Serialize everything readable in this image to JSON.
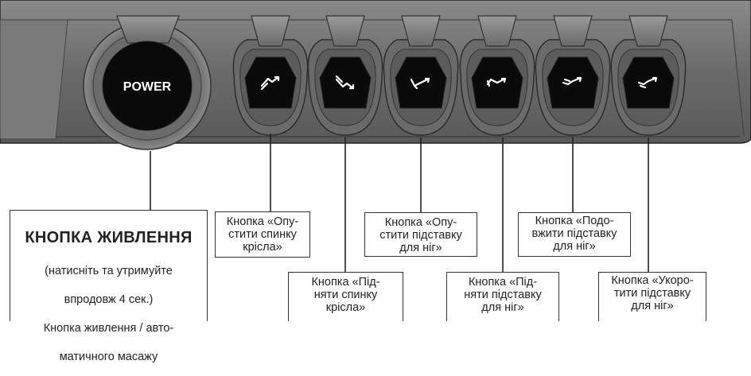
{
  "power": {
    "button_text": "POWER"
  },
  "power_callout": {
    "title": "КНОПКА ЖИВЛЕННЯ",
    "line1": "(натисніть та утримуйте",
    "line2": "впродовж 4 сек.)",
    "line3": "Кнопка живлення / авто-",
    "line4": "матичного масажу"
  },
  "buttons": [
    {
      "icon": "recline-backrest-icon",
      "label": "Кнопка «Опу-\nстити спинку\nкрісла»"
    },
    {
      "icon": "raise-backrest-icon",
      "label": "Кнопка «Під-\nняти спинку\nкрісла»"
    },
    {
      "icon": "lower-legrest-icon",
      "label": "Кнопка «Опу-\nстити підставку\nдля ніг»"
    },
    {
      "icon": "raise-legrest-icon",
      "label": "Кнопка «Під-\nняти підставку\nдля ніг»"
    },
    {
      "icon": "extend-legrest-icon",
      "label": "Кнопка «Подо-\nвжити підставку\nдля ніг»"
    },
    {
      "icon": "shorten-legrest-icon",
      "label": "Кнопка «Укоро-\nтити підставку\nдля ніг»"
    }
  ],
  "colors": {
    "panel": "#6e6e6e",
    "panel_dark": "#3a3a3a",
    "button": "#0a0a0a",
    "label_border": "#333333"
  }
}
